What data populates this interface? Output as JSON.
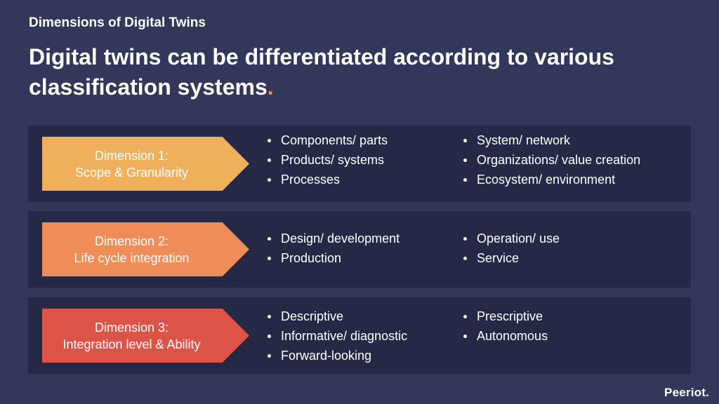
{
  "eyebrow": "Dimensions of Digital Twins",
  "headline": "Digital twins can be differentiated according to various classification systems",
  "headline_dot": ".",
  "accent_color": "#ee8a55",
  "dimensions": [
    {
      "line1": "Dimension 1:",
      "line2": "Scope & Granularity",
      "color": "#f0b05b",
      "left": [
        "Components/ parts",
        "Products/ systems",
        "Processes"
      ],
      "right": [
        "System/ network",
        "Organizations/ value creation",
        "Ecosystem/ environment"
      ]
    },
    {
      "line1": "Dimension 2:",
      "line2": "Life cycle integration",
      "color": "#ee8d57",
      "left": [
        "Design/ development",
        "Production"
      ],
      "right": [
        "Operation/ use",
        "Service"
      ]
    },
    {
      "line1": "Dimension 3:",
      "line2": "Integration level & Ability",
      "color": "#dc5447",
      "left": [
        "Descriptive",
        "Informative/ diagnostic",
        "Forward-looking"
      ],
      "right": [
        "Prescriptive",
        "Autonomous"
      ]
    }
  ],
  "logo": "Peeriot."
}
